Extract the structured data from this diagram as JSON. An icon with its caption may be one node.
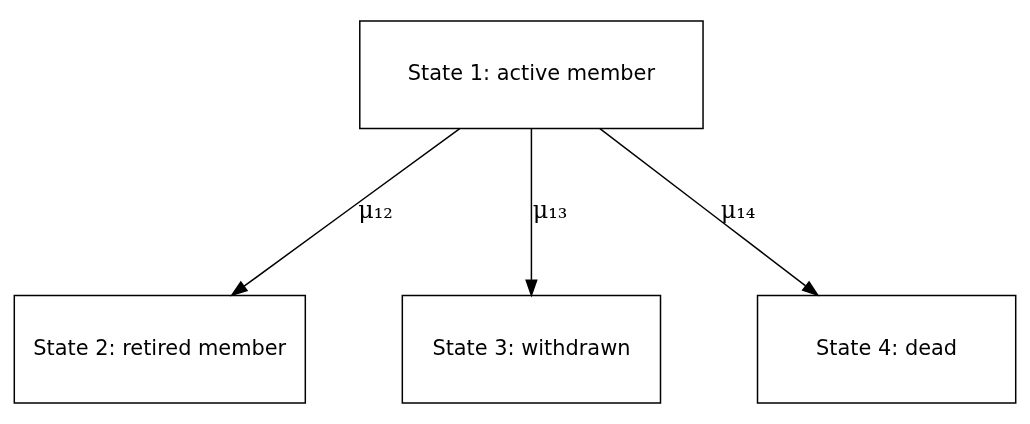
{
  "diagram": {
    "nodes": [
      {
        "text": [
          "State 1: active member"
        ]
      },
      {
        "text": [
          "State 2: retired member"
        ]
      },
      {
        "text": [
          "State 3: withdrawn"
        ]
      },
      {
        "text": [
          "State 4: dead"
        ]
      }
    ],
    "edges": [
      {
        "from": 0,
        "to": 1,
        "arrow": "to",
        "label": "μ₁₂"
      },
      {
        "from": 0,
        "to": 2,
        "arrow": "to",
        "label": "μ₁₃"
      },
      {
        "from": 0,
        "to": 3,
        "arrow": "to",
        "label": "μ₁₄"
      }
    ]
  }
}
